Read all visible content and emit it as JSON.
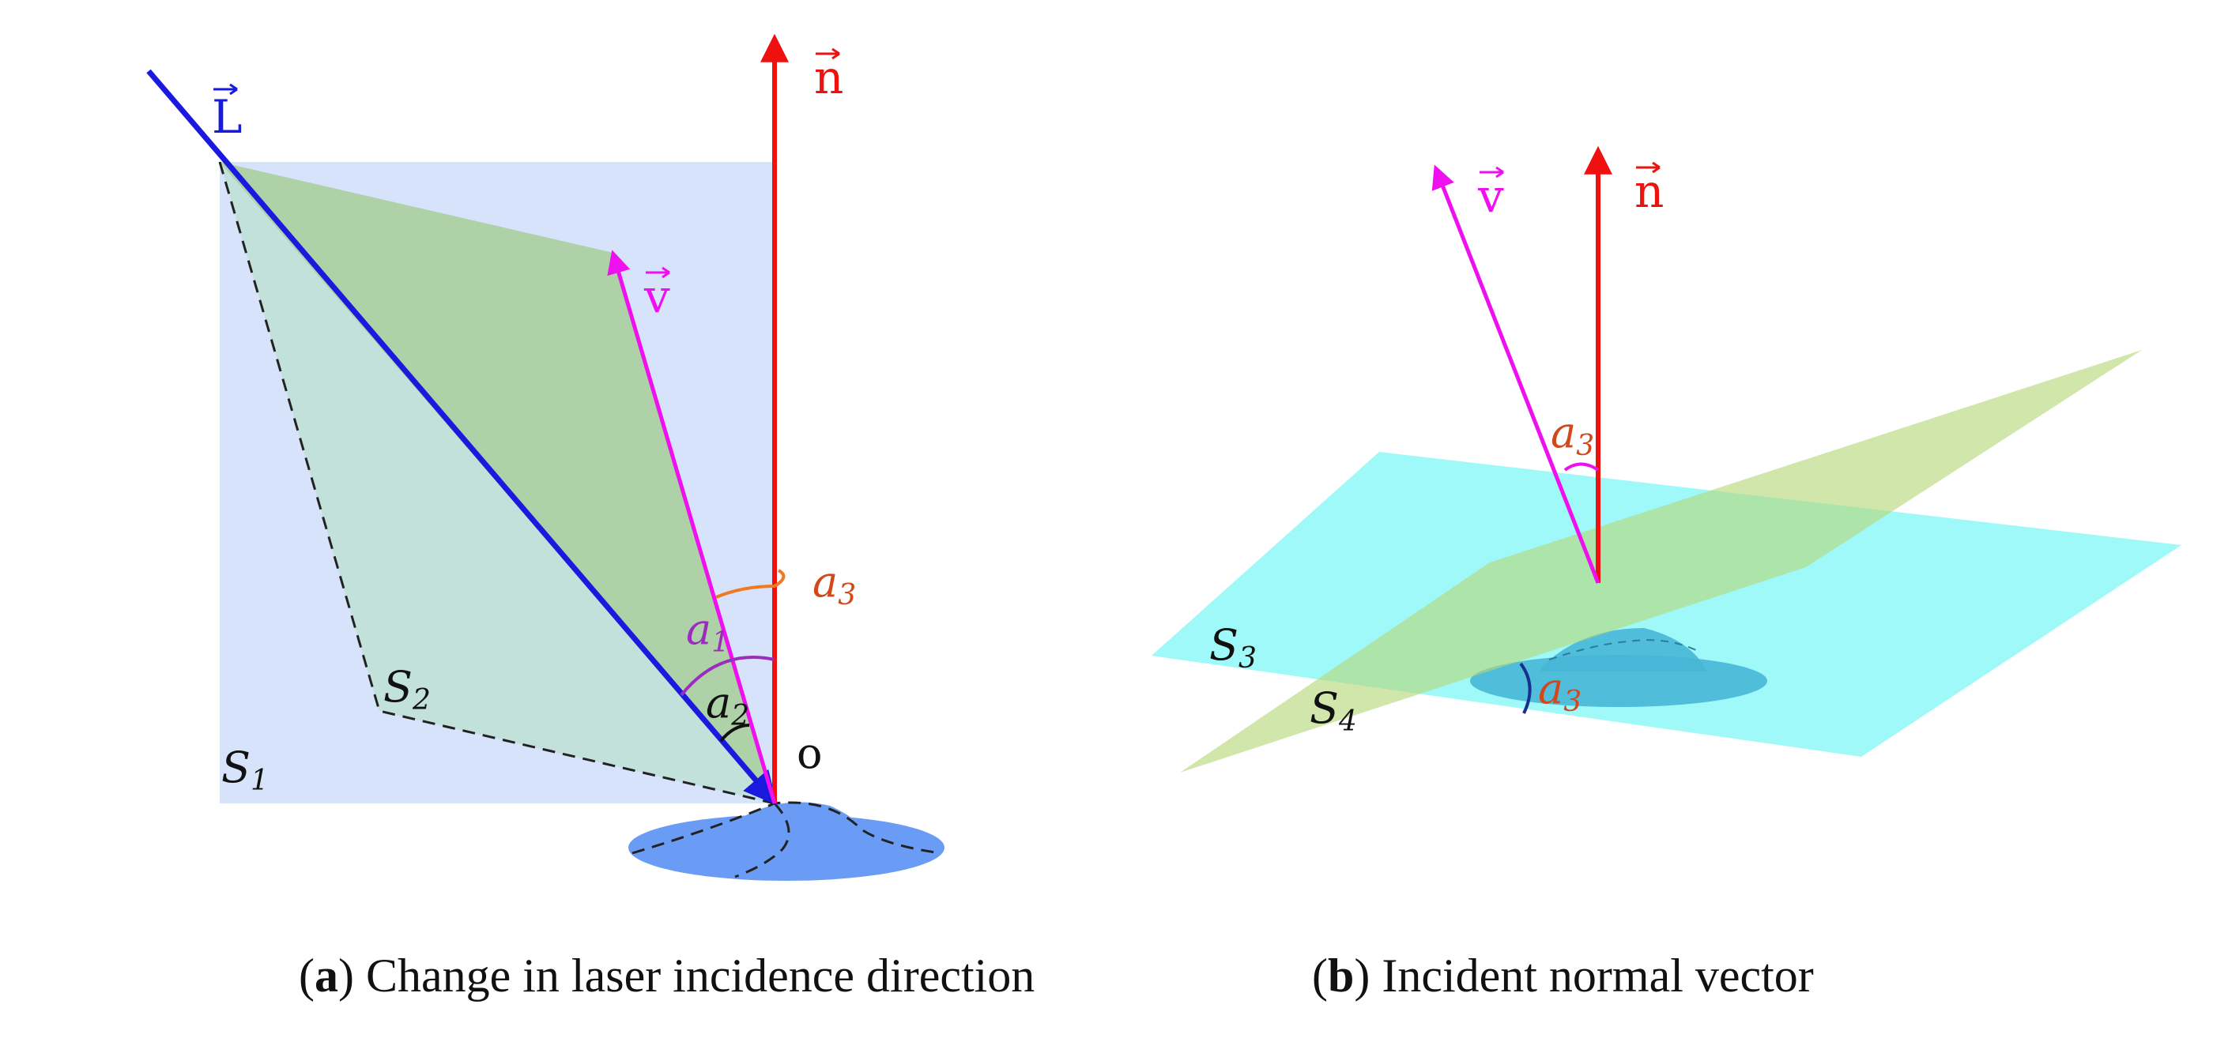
{
  "colors": {
    "laser": "#1a1adf",
    "normal": "#ef1010",
    "velocity": "#ef10ef",
    "angle_a3": "#d2481a",
    "angle_a3_arc": "#f07a22",
    "angle_a1": "#9a2dbd",
    "plane_s1": "#d6e3fb",
    "plane_s2": "#bfe0d6",
    "plane_green": "#a8ce98",
    "plane_s3": "#8ff8f8",
    "droplet": "#6b9cf5",
    "text": "#111111"
  },
  "panel_a": {
    "caption_letter": "a",
    "caption_text": "Change in laser incidence direction",
    "vectors": {
      "laser": "L",
      "normal": "n",
      "velocity": "v"
    },
    "angles": {
      "a1": {
        "base": "a",
        "sub": "1"
      },
      "a2": {
        "base": "a",
        "sub": "2"
      },
      "a3": {
        "base": "a",
        "sub": "3"
      }
    },
    "planes": {
      "s1": {
        "base": "S",
        "sub": "1"
      },
      "s2": {
        "base": "S",
        "sub": "2"
      }
    },
    "origin": "o"
  },
  "panel_b": {
    "caption_letter": "b",
    "caption_text": "Incident normal vector",
    "vectors": {
      "velocity": "v",
      "normal": "n"
    },
    "angles": {
      "a3_top": {
        "base": "a",
        "sub": "3"
      },
      "a3_bottom": {
        "base": "a",
        "sub": "3"
      }
    },
    "planes": {
      "s3": {
        "base": "S",
        "sub": "3"
      },
      "s4": {
        "base": "S",
        "sub": "4"
      }
    }
  }
}
